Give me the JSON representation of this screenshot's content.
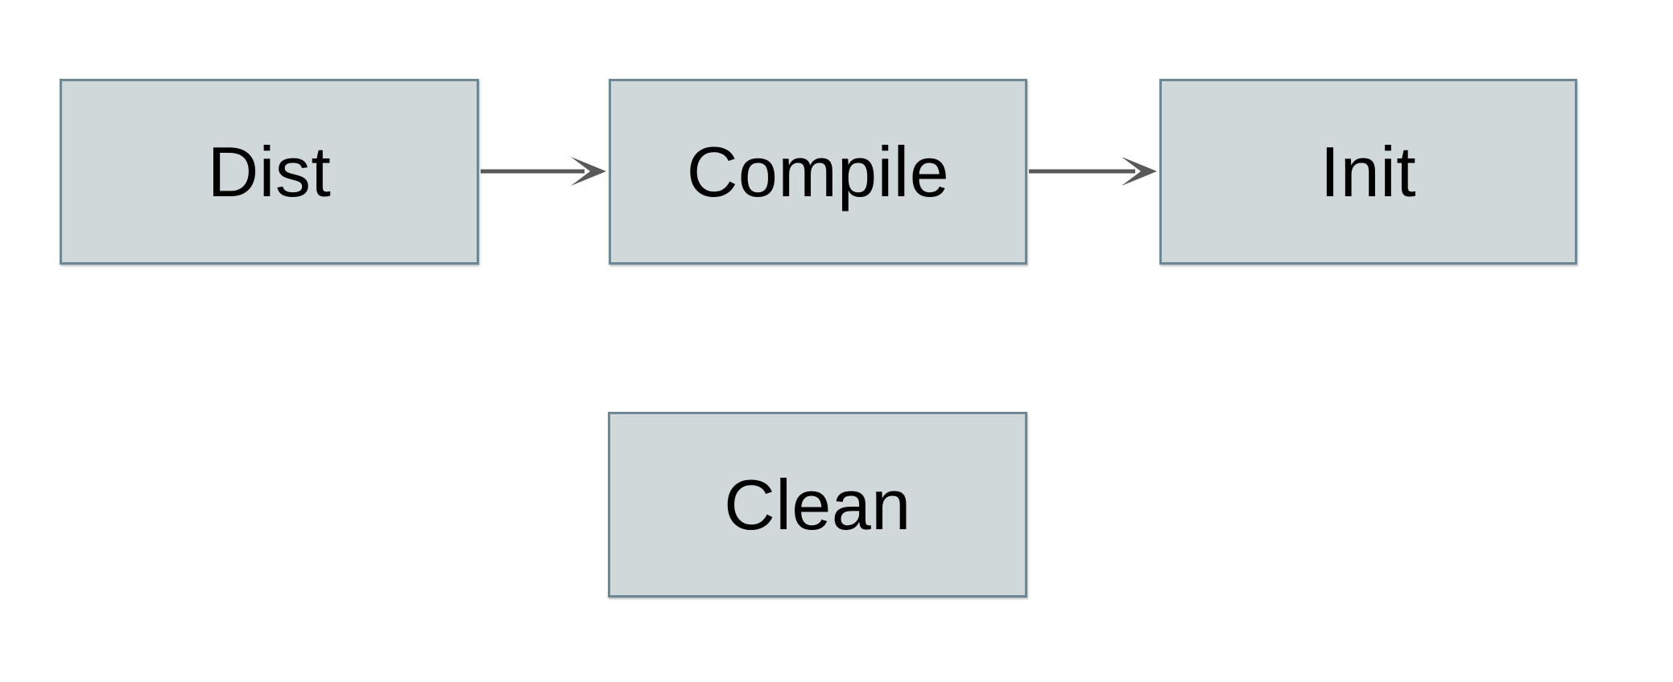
{
  "diagram": {
    "type": "flowchart",
    "background": "#ffffff",
    "nodes": [
      {
        "id": "dist",
        "label": "Dist"
      },
      {
        "id": "compile",
        "label": "Compile"
      },
      {
        "id": "init",
        "label": "Init"
      },
      {
        "id": "clean",
        "label": "Clean"
      }
    ],
    "edges": [
      {
        "from": "dist",
        "to": "compile",
        "style": "arrow-right"
      },
      {
        "from": "compile",
        "to": "init",
        "style": "arrow-right"
      }
    ],
    "colors": {
      "node_fill": "#d1d8da",
      "node_border": "#6d8794",
      "arrow": "#595959",
      "label": "#000000"
    }
  }
}
